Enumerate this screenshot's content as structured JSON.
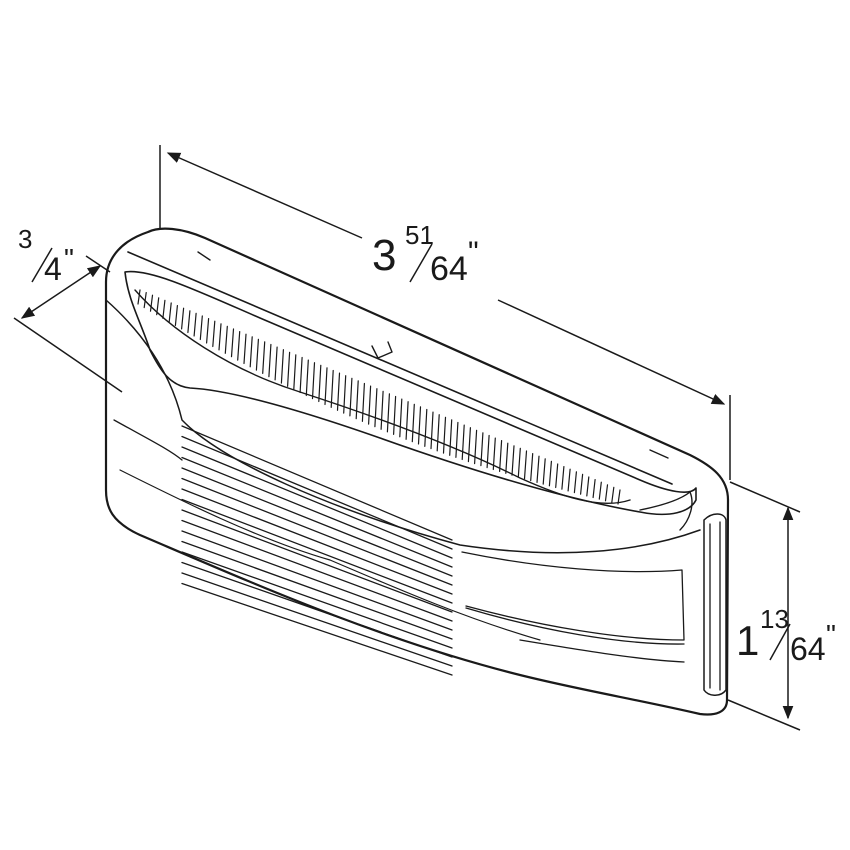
{
  "drawing": {
    "length": {
      "whole": "3",
      "numerator": "51",
      "denominator": "64",
      "unit": "\""
    },
    "depth": {
      "whole": "",
      "numerator": "3",
      "denominator": "4",
      "unit": "\""
    },
    "height": {
      "whole": "1",
      "numerator": "13",
      "denominator": "64",
      "unit": "\""
    }
  }
}
